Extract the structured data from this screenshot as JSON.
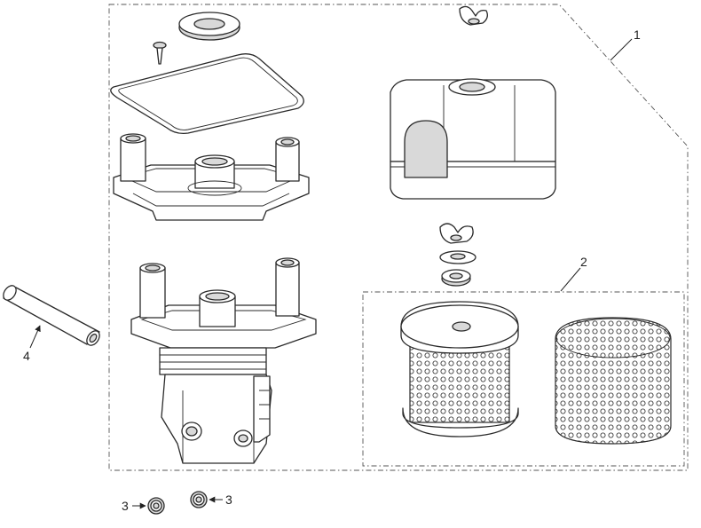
{
  "callouts": {
    "c1": "1",
    "c2": "2",
    "c3a": "3",
    "c3b": "3",
    "c4": "4"
  },
  "colors": {
    "line": "#2a2a2a",
    "fill": "#f2f2f2",
    "shade": "#d9d9d9",
    "background": "#ffffff"
  }
}
